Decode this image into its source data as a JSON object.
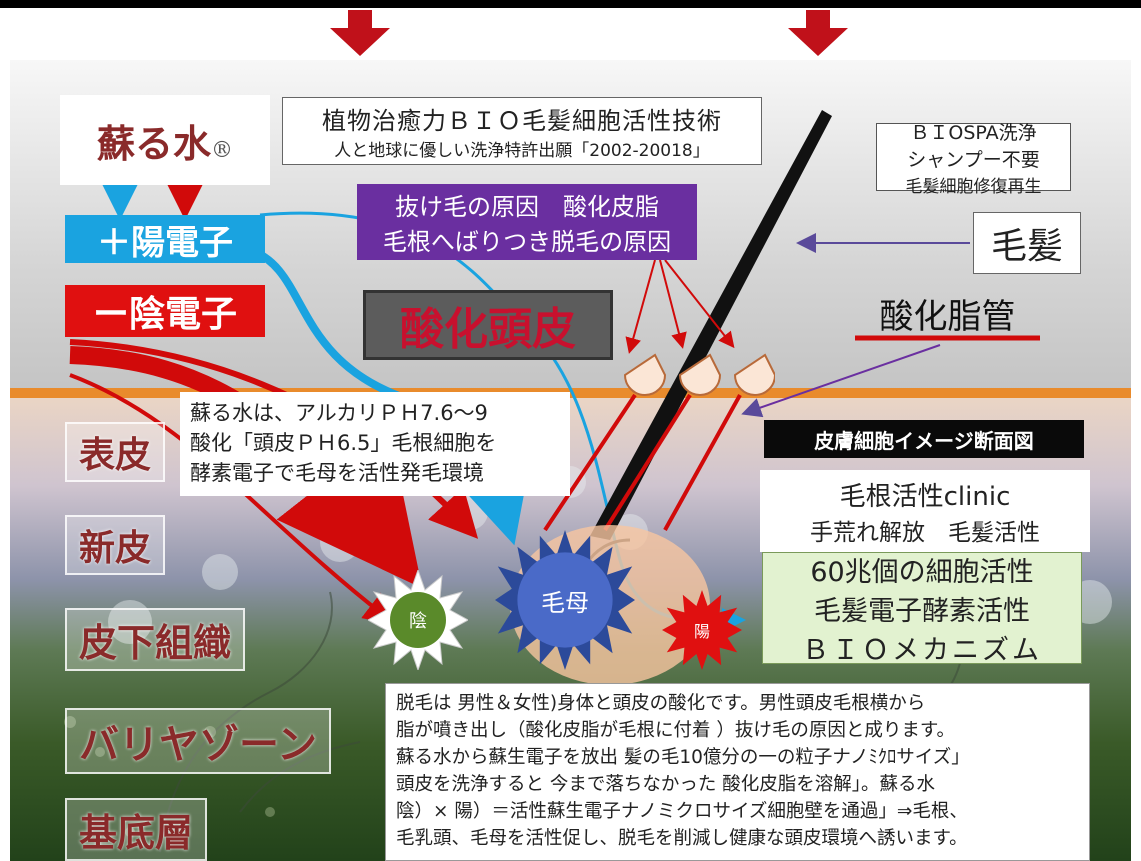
{
  "title": {
    "brand": "蘇る水",
    "mark": "®"
  },
  "header_center": {
    "line1": "植物治癒力ＢＩＯ毛髪細胞活性技術",
    "line2": "人と地球に優しい洗浄特許出願「2002-20018」"
  },
  "header_right": {
    "line1": "ＢＩOSPA洗浄",
    "line2": "シャンプー不要",
    "line3": "毛髪細胞修復再生"
  },
  "electrons": {
    "positive": "＋陽電子",
    "negative": "ー陰電子"
  },
  "purple_box": {
    "line1": "抜け毛の原因　酸化皮脂",
    "line2": "毛根へばりつき脱毛の原因"
  },
  "oxidized_scalp": "酸化頭皮",
  "hair_label": "毛髪",
  "sebum_label": "酸化脂管",
  "alkaline_box": {
    "line1": "蘇る水は、アルカリＰＨ7.6〜9",
    "line2": "酸化「頭皮ＰＨ6.5」毛根細胞を",
    "line3": "酵素電子で毛母を活性発毛環境"
  },
  "layers": [
    "表皮",
    "新皮",
    "皮下組織",
    "バリヤゾーン",
    "基底層"
  ],
  "cross_section_banner": "皮膚細胞イメージ断面図",
  "clinic_box": {
    "line1": "毛根活性clinic",
    "line2": "手荒れ解放　毛髪活性"
  },
  "green_box": {
    "line1": "60兆個の細胞活性",
    "line2": "毛髪電子酵素活性",
    "line3": "ＢＩＯメカニズム"
  },
  "starbursts": {
    "yin": "陰",
    "hair_matrix": "毛母",
    "yang": "陽"
  },
  "bottom_text": [
    "脱毛は 男性＆女性)身体と頭皮の酸化です。男性頭皮毛根横から",
    "脂が噴き出し（酸化皮脂が毛根に付着 ）抜け毛の原因と成ります。",
    "蘇る水から蘇生電子を放出 髪の毛10億分の一の粒子ナノﾐｸﾛサイズ」",
    "頭皮を洗浄すると 今まで落ちなかった 酸化皮脂を溶解」。蘇る水",
    "陰）× 陽）＝活性蘇生電子ナノミクロサイズ細胞壁を通過」⇒毛根、",
    "毛乳頭、毛母を活性促し、脱毛を削減し健康な頭皮環境へ誘います。"
  ],
  "colors": {
    "red": "#d10a0a",
    "blue": "#1aa3e0",
    "purple": "#6a2fa0",
    "orange": "#e98b2c",
    "dark_red": "#8a2a2a",
    "green": "#e2f2d0"
  }
}
